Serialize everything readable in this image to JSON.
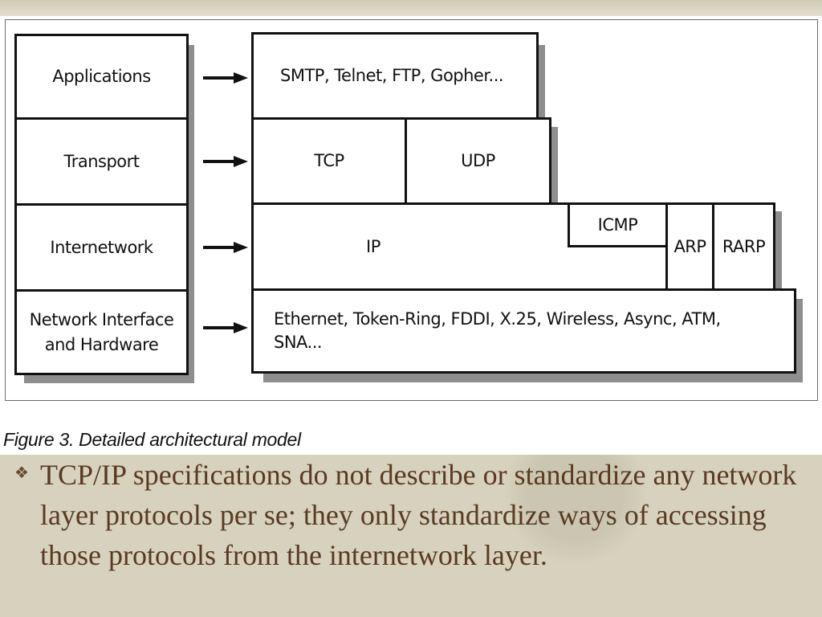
{
  "layers": [
    "Applications",
    "Transport",
    "Internetwork",
    "Network Interface\nand Hardware"
  ],
  "protocols": {
    "application": "SMTP, Telnet, FTP, Gopher...",
    "tcp": "TCP",
    "udp": "UDP",
    "ip": "IP",
    "icmp": "ICMP",
    "arp": "ARP",
    "rarp": "RARP",
    "network": "Ethernet, Token-Ring, FDDI, X.25, Wireless, Async, ATM,\nSNA..."
  },
  "caption": "Figure 3.  Detailed architectural model",
  "bullet": {
    "icon": "diamond-bullet-icon",
    "text": "TCP/IP specifications do not describe or standardize any network layer protocols per se; they only standardize ways of accessing those protocols from the internetwork layer."
  },
  "colors": {
    "bullet_text": "#5a3a22",
    "background": "#d6d2bd"
  }
}
